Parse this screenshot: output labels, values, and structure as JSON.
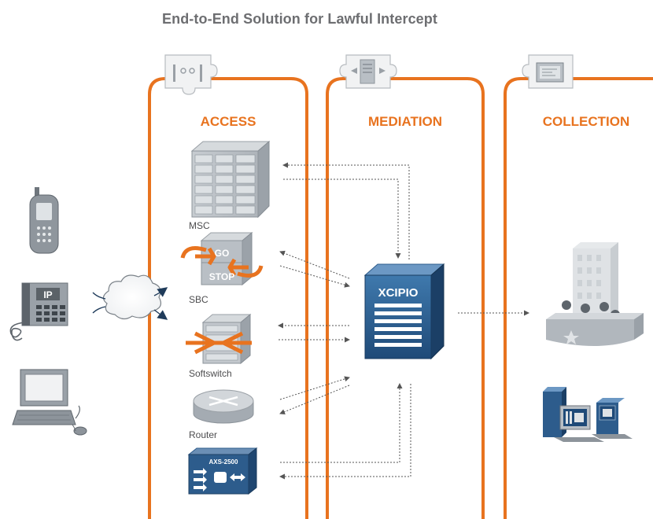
{
  "title": "End-to-End Solution for Lawful Intercept",
  "columns": {
    "access": "ACCESS",
    "mediation": "MEDIATION",
    "collection": "COLLECTION"
  },
  "devices": {
    "msc": "MSC",
    "sbc": "SBC",
    "softswitch": "Softswitch",
    "router": "Router"
  },
  "device_text": {
    "sbc_top": "GO",
    "sbc_bottom": "STOP",
    "axs": "AXS-2500",
    "xcipio": "XCIPIO",
    "ip_phone": "IP"
  },
  "colors": {
    "accent": "#e8731f",
    "arrow": "#555555",
    "server": "#9aa2aa",
    "blue_box": "#2d5c8c"
  }
}
